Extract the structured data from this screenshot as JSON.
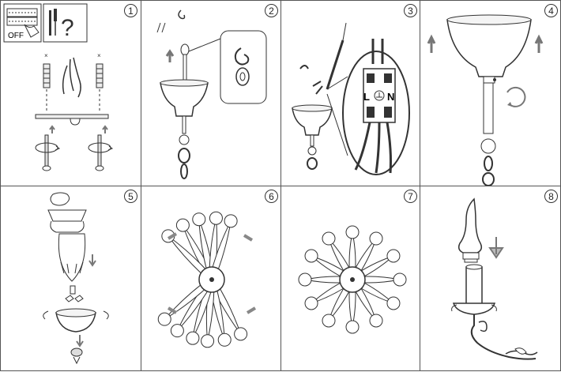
{
  "steps": [
    {
      "number": "1",
      "switch_text": "OFF",
      "question_text": "?"
    },
    {
      "number": "2"
    },
    {
      "number": "3",
      "terminal_labels": [
        "L",
        "N"
      ]
    },
    {
      "number": "4"
    },
    {
      "number": "5"
    },
    {
      "number": "6"
    },
    {
      "number": "7"
    },
    {
      "number": "8"
    }
  ],
  "colors": {
    "line": "#333333",
    "fill_light": "#e6e6e6",
    "fill_mid": "#bdbdbd",
    "arrow": "#9a9a9a"
  }
}
